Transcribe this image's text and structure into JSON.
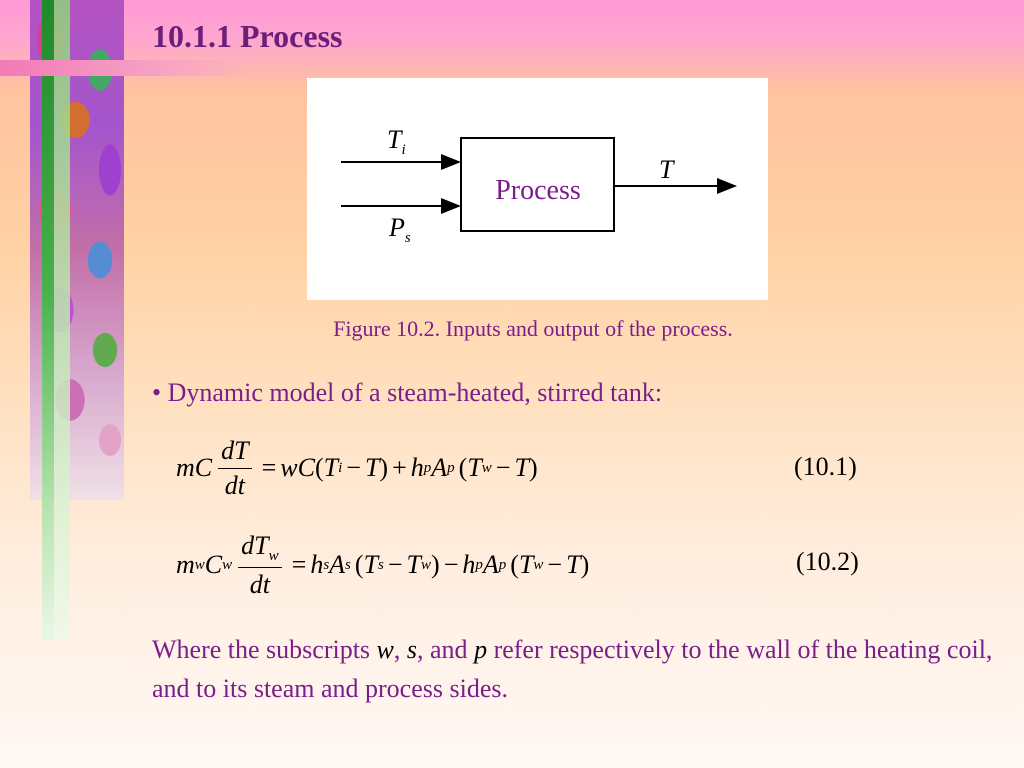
{
  "slide": {
    "title": "10.1.1 Process"
  },
  "figure": {
    "block_label": "Process",
    "input_1": {
      "main": "T",
      "sub": "i"
    },
    "input_2": {
      "main": "P",
      "sub": "s"
    },
    "output": "T",
    "caption": "Figure 10.2. Inputs and output of the process."
  },
  "bullet": "• Dynamic model of a steam-heated, stirred tank:",
  "eq1": {
    "lhs_m": "m",
    "lhs_C": "C",
    "frac_num": "dT",
    "frac_den": "dt",
    "eq": "=",
    "w": "w",
    "C": "C",
    "lp1": "(",
    "T1": "T",
    "T1_sub": "i",
    "minus1": "−",
    "T2": "T",
    "rp1": ")",
    "plus": "+",
    "h": "h",
    "h_sub": "p",
    "A": "A",
    "A_sub": "p",
    "lp2": "(",
    "T3": "T",
    "T3_sub": "w",
    "minus2": "−",
    "T4": "T",
    "rp2": ")",
    "number": "(10.1)"
  },
  "eq2": {
    "m": "m",
    "m_sub": "w",
    "C": "C",
    "C_sub": "w",
    "frac_num": "dT",
    "frac_num_sub": "w",
    "frac_den": "dt",
    "eq": "=",
    "h1": "h",
    "h1_sub": "s",
    "A1": "A",
    "A1_sub": "s",
    "lp1": "(",
    "T1": "T",
    "T1_sub": "s",
    "minus1": "−",
    "T2": "T",
    "T2_sub": "w",
    "rp1": ")",
    "minus2": "−",
    "h2": "h",
    "h2_sub": "p",
    "A2": "A",
    "A2_sub": "p",
    "lp2": "(",
    "T3": "T",
    "T3_sub": "w",
    "minus3": "−",
    "T4": "T",
    "rp2": ")",
    "number": "(10.2)"
  },
  "explanation": {
    "part1": "Where the subscripts ",
    "var_w": "w",
    "sep1": ", ",
    "var_s": "s",
    "part2": ", and ",
    "var_p": "p",
    "part3": " refer respectively to the wall of the heating coil, and to its steam and process sides."
  }
}
